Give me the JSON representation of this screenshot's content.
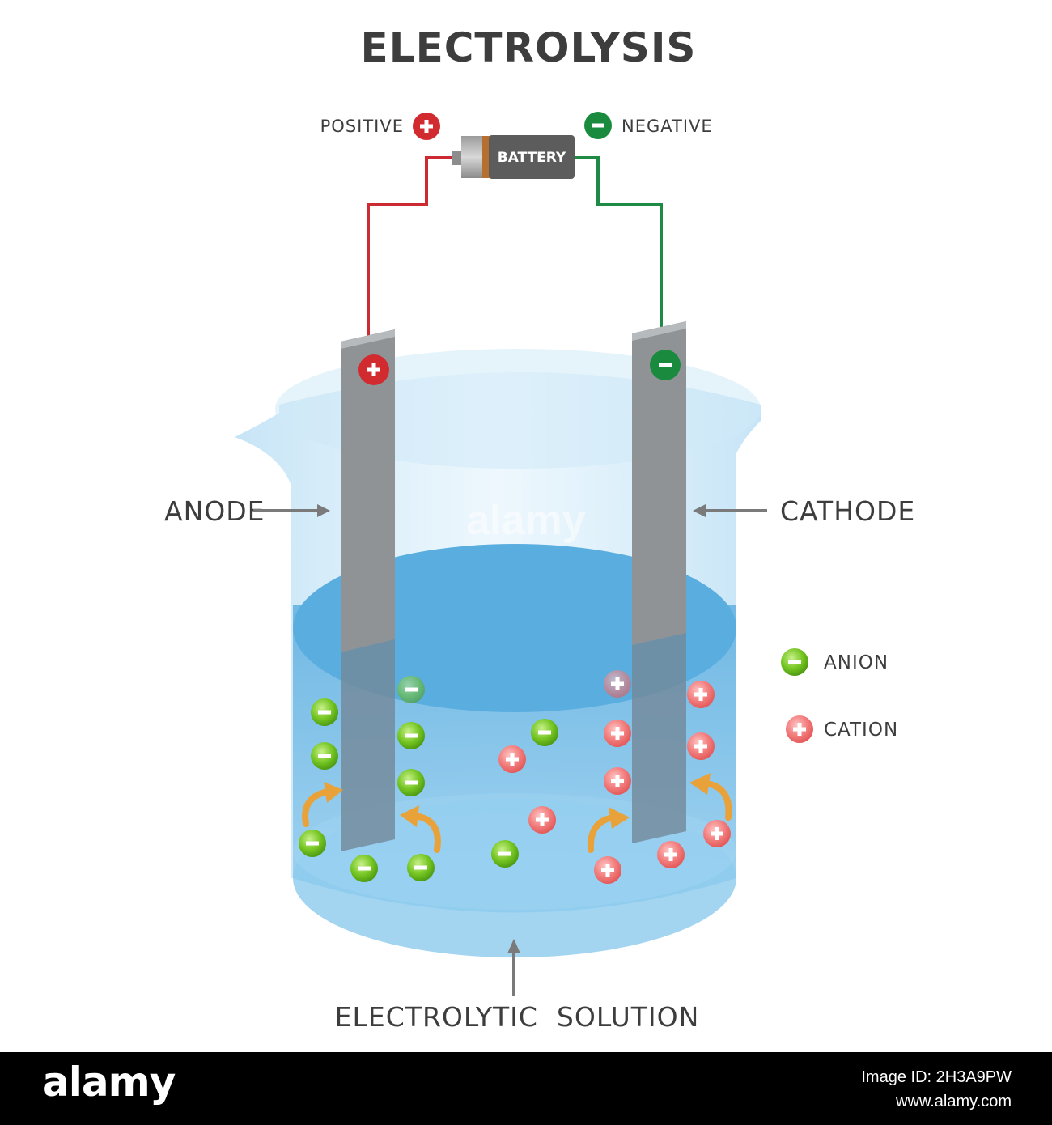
{
  "title": "ELECTROLYSIS",
  "battery": {
    "label": "BATTERY",
    "positive_label": "POSITIVE",
    "negative_label": "NEGATIVE"
  },
  "electrodes": {
    "anode_label": "ANODE",
    "cathode_label": "CATHODE"
  },
  "solution_label": "ELECTROLYTIC  SOLUTION",
  "legend": {
    "anion_label": "ANION",
    "cation_label": "CATION"
  },
  "watermark": "alamy",
  "footer": {
    "logo": "alamy",
    "image_id": "Image ID: 2H3A9PW",
    "site": "www.alamy.com"
  },
  "colors": {
    "positive": "#d12a2f",
    "negative": "#1a8a3f",
    "anion": "#6cc11a",
    "cation": "#f06e6e",
    "electrode": "#8f9396",
    "solution": "#5aaedf",
    "arrow_orange": "#e9a23a"
  },
  "icons": {
    "plus": "plus-circle-icon",
    "minus": "minus-circle-icon",
    "pointer": "arrow-icon",
    "curved": "curved-arrow-icon"
  }
}
